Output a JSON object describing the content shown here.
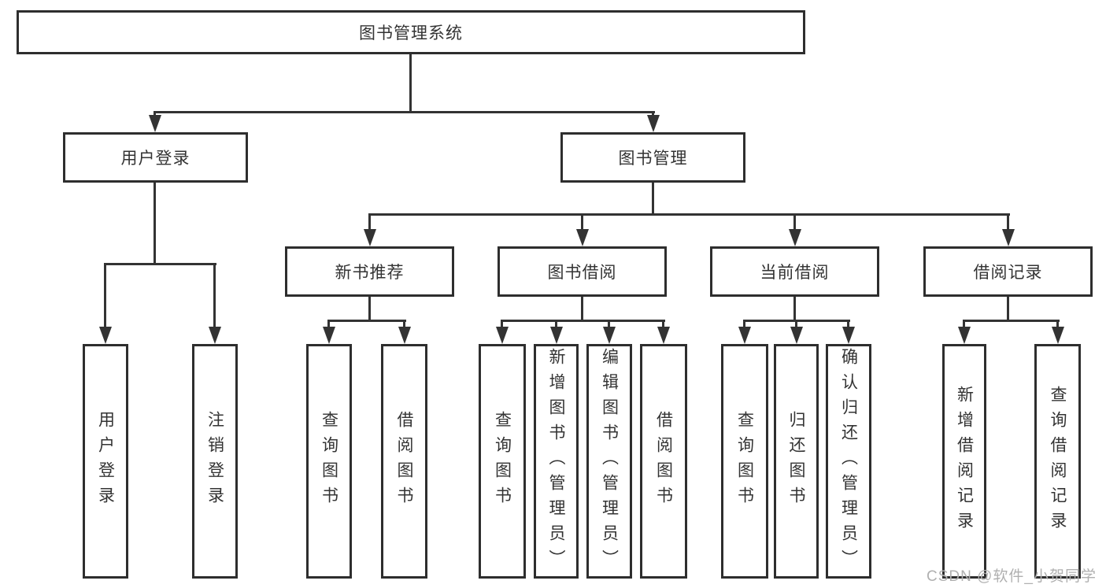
{
  "nodes": {
    "root": "图书管理系统",
    "login": "用户登录",
    "manage": "图书管理",
    "newbook": "新书推荐",
    "bookborrow": "图书借阅",
    "currentborrow": "当前借阅",
    "borrowrecords": "借阅记录",
    "login_user": "用户登录",
    "login_logout": "注销登录",
    "nb_query": "查询图书",
    "nb_borrow": "借阅图书",
    "bb_query": "查询图书",
    "bb_add": "新增图书（管理员）",
    "bb_edit": "编辑图书（管理员）",
    "bb_borrow": "借阅图书",
    "cb_query": "查询图书",
    "cb_return": "归还图书",
    "cb_confirm": "确认归还（管理员）",
    "rec_add": "新增借阅记录",
    "rec_query": "查询借阅记录"
  },
  "hierarchy": {
    "图书管理系统": {
      "用户登录": [
        "用户登录",
        "注销登录"
      ],
      "图书管理": {
        "新书推荐": [
          "查询图书",
          "借阅图书"
        ],
        "图书借阅": [
          "查询图书",
          "新增图书（管理员）",
          "编辑图书（管理员）",
          "借阅图书"
        ],
        "当前借阅": [
          "查询图书",
          "归还图书",
          "确认归还（管理员）"
        ],
        "借阅记录": [
          "新增借阅记录",
          "查询借阅记录"
        ]
      }
    }
  },
  "watermark": {
    "text": "CSDN @软件_小贺同学"
  },
  "colors": {
    "line": "#333333",
    "border": "#2e2e2e",
    "text": "#333333",
    "watermark": "#b0b0b0",
    "background": "#ffffff"
  }
}
